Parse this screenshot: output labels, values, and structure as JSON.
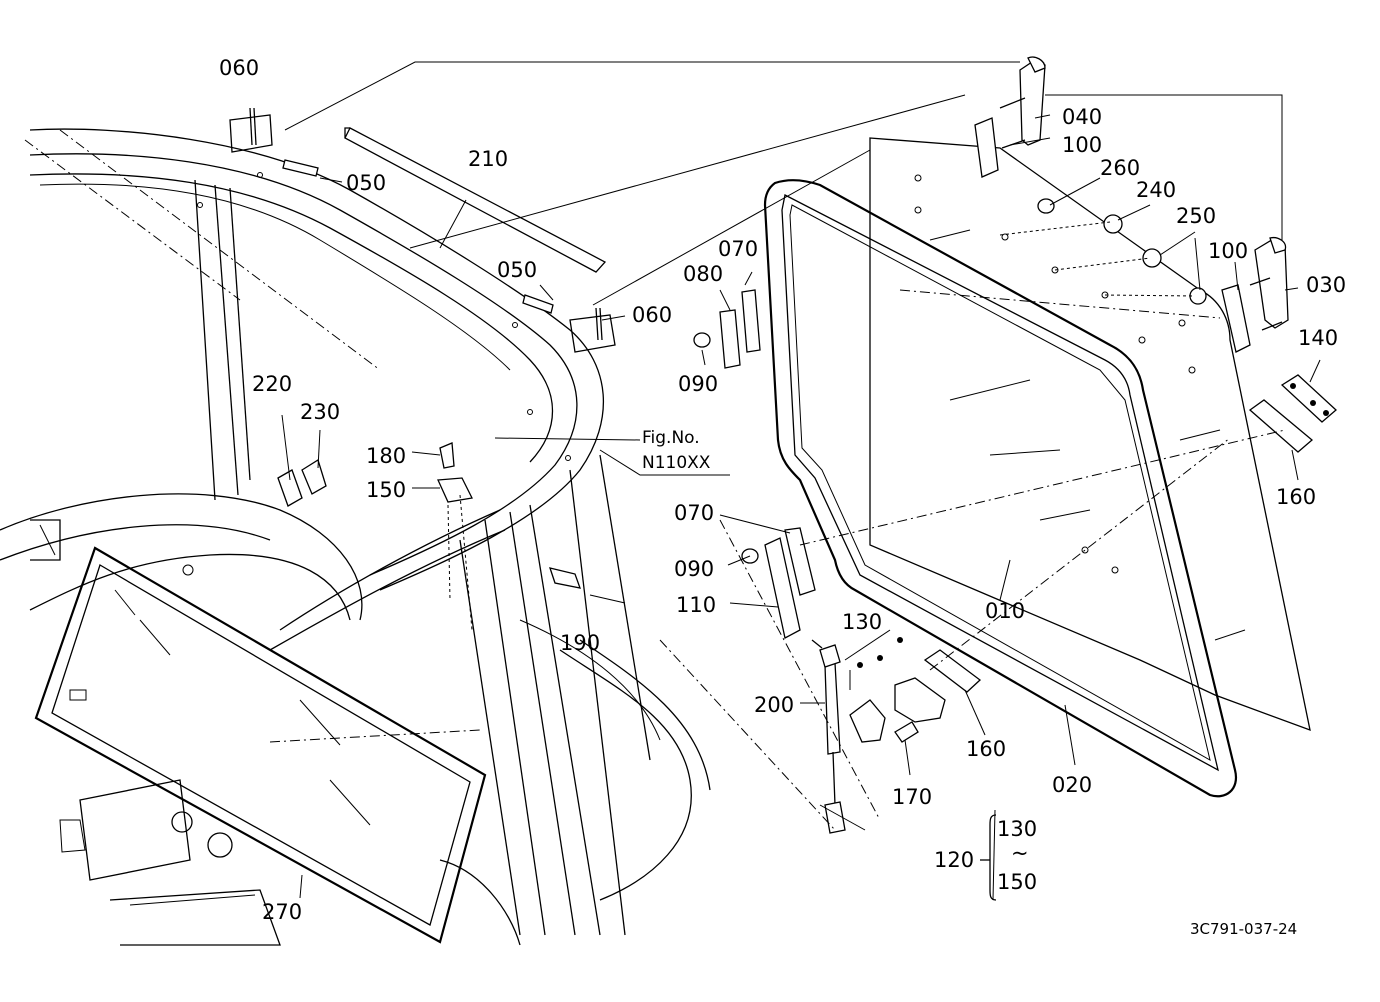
{
  "figure": {
    "reference_label": "Fig.No.",
    "reference_code": "N110XX",
    "drawing_code": "3C791-037-24"
  },
  "callouts": {
    "c010": "010",
    "c020": "020",
    "c030": "030",
    "c040": "040",
    "c050a": "050",
    "c050b": "050",
    "c060a": "060",
    "c060b": "060",
    "c070a": "070",
    "c070b": "070",
    "c080": "080",
    "c090a": "090",
    "c090b": "090",
    "c100a": "100",
    "c100b": "100",
    "c110": "110",
    "c120": "120",
    "c130": "130",
    "c140": "140",
    "c150": "150",
    "c160a": "160",
    "c160b": "160",
    "c170": "170",
    "c180": "180",
    "c190": "190",
    "c200": "200",
    "c210": "210",
    "c220": "220",
    "c230": "230",
    "c240": "240",
    "c250": "250",
    "c260": "260",
    "c270": "270"
  },
  "group_bracket": {
    "parent": "120",
    "from": "130",
    "range_symbol": "~",
    "to": "150"
  }
}
